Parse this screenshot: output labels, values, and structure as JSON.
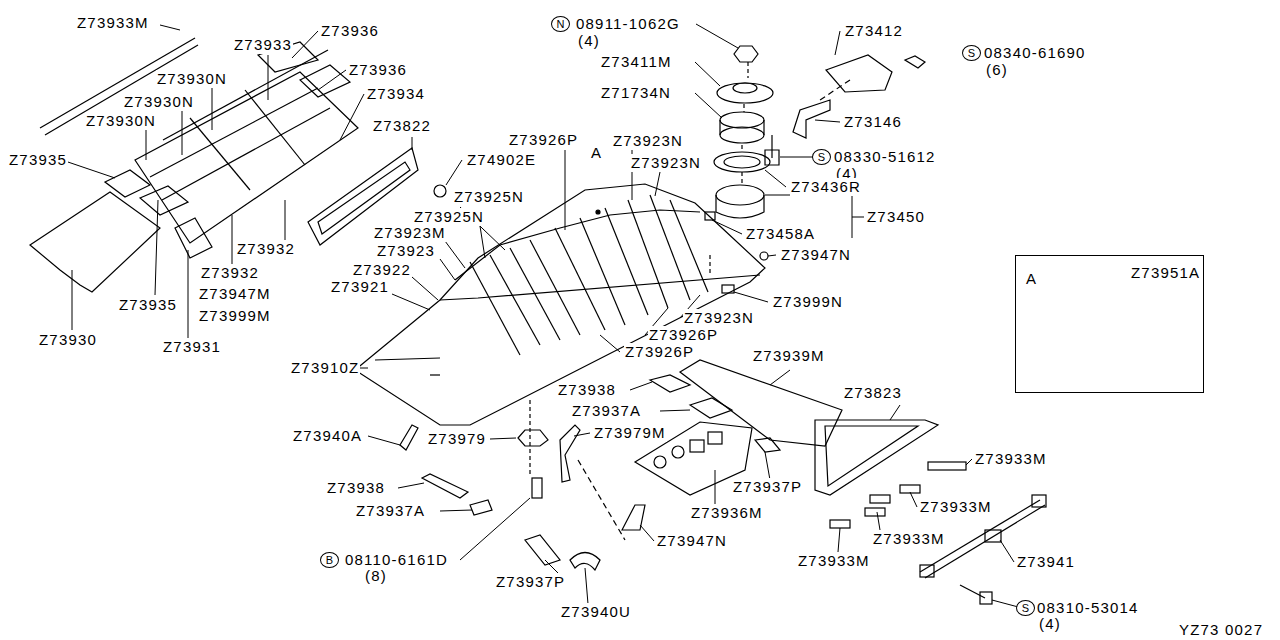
{
  "diagram": {
    "nodes": [
      {
        "text": [
          "N"
        ]
      },
      {
        "text": [
          "S"
        ]
      },
      {
        "text": [
          "S"
        ]
      },
      {
        "text": [
          "A",
          "Z73951A"
        ]
      },
      {
        "text": [
          "B"
        ]
      },
      {
        "text": [
          "S"
        ]
      }
    ],
    "edges": [],
    "labels": [
      "Z73933M",
      "Z73936",
      "Z73933",
      "Z73936",
      "Z73930N",
      "Z73934",
      "Z73930N",
      "Z73822",
      "Z73930N",
      "Z73935",
      "Z73935",
      "Z73930",
      "Z73931",
      "Z73932",
      "Z73932",
      "Z74902E",
      "Z73925N",
      "Z73925N",
      "Z73923M",
      "Z73923",
      "Z73922",
      "Z73921",
      "Z73947M",
      "Z73999M",
      "Z73910Z",
      "Z73926P",
      "A",
      "Z73923N",
      "Z73923N",
      "08911-1062G",
      "(4)",
      "Z73412",
      "08340-61690",
      "(6)",
      "Z73411M",
      "Z71734N",
      "Z73146",
      "08330-51612",
      "(4)",
      "Z73436R",
      "Z73450",
      "Z73458A",
      "Z73947N",
      "Z73999N",
      "Z73923N",
      "Z73926P",
      "Z73926P",
      "Z73939M",
      "Z73823",
      "Z73938",
      "Z73937A",
      "Z73940A",
      "Z73979",
      "Z73979M",
      "Z73936M",
      "Z73937P",
      "Z73933M",
      "Z73933M",
      "Z73933M",
      "Z73933M",
      "Z73941",
      "Z73938",
      "Z73937A",
      "Z73947N",
      "08110-6161D",
      "(8)",
      "Z73937P",
      "Z73940U",
      "08310-53014",
      "(4)",
      "YZ73 0027"
    ]
  }
}
